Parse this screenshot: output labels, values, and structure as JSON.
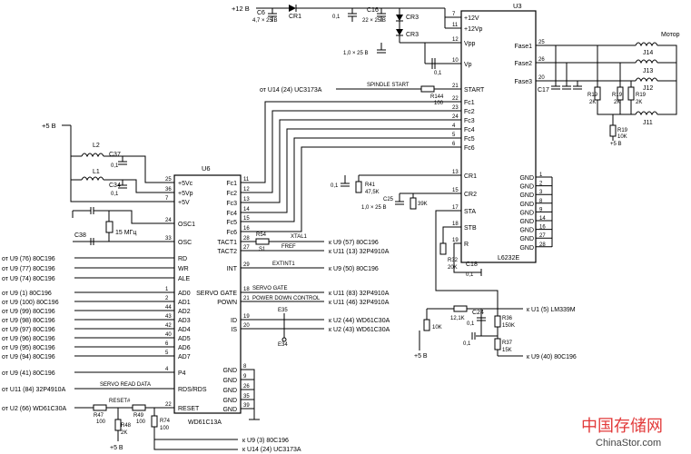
{
  "chips": {
    "u3": {
      "ref": "U3",
      "name": "L6232E",
      "left_pins": [
        {
          "num": "7",
          "label": "+12V"
        },
        {
          "num": "11",
          "label": "+12Vp"
        },
        {
          "num": "12",
          "label": "Vpp"
        },
        {
          "num": "10",
          "label": "Vp"
        },
        {
          "num": "21",
          "label": "START"
        },
        {
          "num": "22",
          "label": "Fc1"
        },
        {
          "num": "23",
          "label": "Fc2"
        },
        {
          "num": "24",
          "label": "Fc3"
        },
        {
          "num": "4",
          "label": "Fc4"
        },
        {
          "num": "5",
          "label": "Fc5"
        },
        {
          "num": "6",
          "label": "Fc6"
        },
        {
          "num": "13",
          "label": "CR1"
        },
        {
          "num": "15",
          "label": "CR2"
        },
        {
          "num": "17",
          "label": "STA"
        },
        {
          "num": "18",
          "label": "STB"
        },
        {
          "num": "19",
          "label": "R"
        }
      ],
      "right_pins": [
        {
          "num": "25",
          "label": "Fase1"
        },
        {
          "num": "26",
          "label": "Fase2"
        },
        {
          "num": "20",
          "label": "Fase3"
        }
      ],
      "gnd_pins": [
        {
          "num": "1",
          "label": "GND"
        },
        {
          "num": "2",
          "label": "GND"
        },
        {
          "num": "3",
          "label": "GND"
        },
        {
          "num": "8",
          "label": "GND"
        },
        {
          "num": "9",
          "label": "GND"
        },
        {
          "num": "14",
          "label": "GND"
        },
        {
          "num": "16",
          "label": "GND"
        },
        {
          "num": "27",
          "label": "GND"
        },
        {
          "num": "28",
          "label": "GND"
        }
      ]
    },
    "u6": {
      "ref": "U6",
      "name": "WD61C13A",
      "left_pins": [
        {
          "num": "25",
          "label": "+5Vc"
        },
        {
          "num": "36",
          "label": "+5Vp"
        },
        {
          "num": "7",
          "label": "+5V"
        },
        {
          "num": "24",
          "label": "OSC1"
        },
        {
          "num": "33",
          "label": "OSC"
        },
        {
          "num": "",
          "label": "RD"
        },
        {
          "num": "",
          "label": "WR"
        },
        {
          "num": "",
          "label": "ALE"
        },
        {
          "num": "1",
          "label": "AD0"
        },
        {
          "num": "2",
          "label": "AD1"
        },
        {
          "num": "44",
          "label": "AD2"
        },
        {
          "num": "43",
          "label": "AD3"
        },
        {
          "num": "42",
          "label": "AD4"
        },
        {
          "num": "40",
          "label": "AD5"
        },
        {
          "num": "6",
          "label": "AD6"
        },
        {
          "num": "5",
          "label": "AD7"
        },
        {
          "num": "4",
          "label": "P4"
        },
        {
          "num": "",
          "label": "RDS/RDS"
        },
        {
          "num": "22",
          "label": "RESET"
        }
      ],
      "right_pins": [
        {
          "num": "11",
          "label": "Fc1"
        },
        {
          "num": "12",
          "label": "Fc2"
        },
        {
          "num": "13",
          "label": "Fc3"
        },
        {
          "num": "14",
          "label": "Fc4"
        },
        {
          "num": "15",
          "label": "Fc5"
        },
        {
          "num": "16",
          "label": "Fc6"
        },
        {
          "num": "28",
          "label": "TACT1"
        },
        {
          "num": "27",
          "label": "TACT2"
        },
        {
          "num": "29",
          "label": "INT"
        },
        {
          "num": "18",
          "label": "SERVO GATE"
        },
        {
          "num": "21",
          "label": "POWN"
        },
        {
          "num": "19",
          "label": "ID"
        },
        {
          "num": "20",
          "label": "IS"
        },
        {
          "num": "8",
          "label": "GND"
        },
        {
          "num": "9",
          "label": "GND"
        },
        {
          "num": "26",
          "label": "GND"
        },
        {
          "num": "35",
          "label": "GND"
        },
        {
          "num": "39",
          "label": "GND"
        }
      ]
    }
  },
  "left_connections": [
    "от U9 (76) 80C196",
    "от U9 (77) 80C196",
    "от U9 (74) 80C196",
    "от U9 (1) 80C196",
    "от U9 (100) 80C196",
    "от U9 (99) 80C196",
    "от U9 (98) 80C196",
    "от U9 (97) 80C196",
    "от U9 (96) 80C196",
    "от U9 (95) 80C196",
    "от U9 (94) 80C196",
    "от U9 (41) 80C196",
    "от U11 (84) 32P4910A",
    "от U2 (66) WD61C30A"
  ],
  "right_connections": {
    "tact1": "к U9 (57) 80C196",
    "tact2": "к U11 (13) 32P4910A",
    "int": "к U9 (50) 80C196",
    "servo_gate": "к U11 (83) 32P4910A",
    "pown": "к U11 (46) 32P4910A",
    "id": "к U2 (44) WD61C30A",
    "is": "к U2 (43) WD61C30A",
    "lm339": "к U1 (5) LM339M",
    "u9_40": "к U9 (40) 80C196",
    "bot1": "к U9 (3) 80C196",
    "bot2": "к U14 (24) UC3173A",
    "spindle_src": "от U14 (24) UC3173A"
  },
  "signals": {
    "xtal1": "XTAL1",
    "fref": "FREF",
    "extint1": "EXTINT1",
    "servo_gate": "SERVO GATE",
    "power_down": "POWER DOWN CONTROL",
    "spindle_start": "SPINDLE START",
    "servo_read_data": "SERVO READ DATA",
    "reset": "RESET#"
  },
  "parts": {
    "c6": "C6",
    "c6_val": "4,7 × 25 В",
    "cr1": "CR1",
    "c_01a": "0,1",
    "c16": "C16",
    "c16_val": "22 × 25 В",
    "cr3a": "CR3",
    "cr3b": "CR3",
    "c_vpp": "1,0 × 25 В",
    "c_vp": "0,1",
    "r144": "R144",
    "r144_val": "100",
    "l2": "L2",
    "l1": "L1",
    "c37": "C37",
    "c37_val": "0,1",
    "c34": "C34",
    "c34_val": "0,1",
    "c38": "C38",
    "xtal": "15 МГц",
    "r54": "R54",
    "s1": "S1",
    "e35": "E35",
    "e34": "E34",
    "r41": "R41",
    "r41_val": "47,5K",
    "c_cr1": "0,1",
    "c25": "C25",
    "c25_val": "1,0 × 25 В",
    "r_39k": "39K",
    "r32": "R32",
    "r32_val": "20K",
    "c18": "C18",
    "c18_val": "0,1",
    "r_121k": "12,1K",
    "c24": "C24",
    "c24_val": "0,1",
    "r36": "R36",
    "r36_val": "150K",
    "r37": "R37",
    "r37_val": "15K",
    "r_10k": "10K",
    "c_bot": "0,1",
    "c17": "C17",
    "r19a": "R19",
    "r19b": "R19",
    "r19c": "R19",
    "r19_val": "2K",
    "r19d": "R19",
    "r19d_val": "10K",
    "j14": "J14",
    "j13": "J13",
    "j12": "J12",
    "j11": "J11",
    "motor": "Мотор",
    "r47": "R47",
    "r47_val": "100",
    "r49": "R49",
    "r49_val": "100",
    "r48": "R48",
    "r48_val": "2K",
    "r74": "R74",
    "r74_val": "100"
  },
  "power": {
    "plus12": "+12 В",
    "plus5_left": "+5 В",
    "plus5_r19": "+5 В",
    "plus5_bottom_right": "+5 В",
    "plus5_bottom": "+5 В"
  },
  "watermark": {
    "cn": "中国存储网",
    "en": "ChinaStor.com"
  }
}
